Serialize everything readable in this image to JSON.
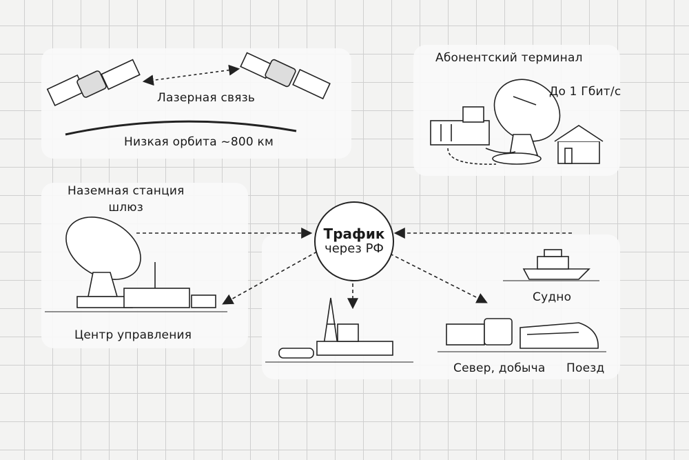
{
  "space": {
    "link_label": "Лазерная связь",
    "orbit_label": "Низкая орбита ~800 км"
  },
  "terminal": {
    "title": "Абонентский терминал",
    "speed": "До 1 Гбит/с"
  },
  "gateway": {
    "title_line1": "Наземная станция",
    "title_line2": "шлюз",
    "control_center": "Центр управления"
  },
  "hub": {
    "line1": "Трафик",
    "line2": "через РФ"
  },
  "consumers": {
    "ship": "Судно",
    "north": "Север, добыча",
    "train": "Поезд"
  }
}
